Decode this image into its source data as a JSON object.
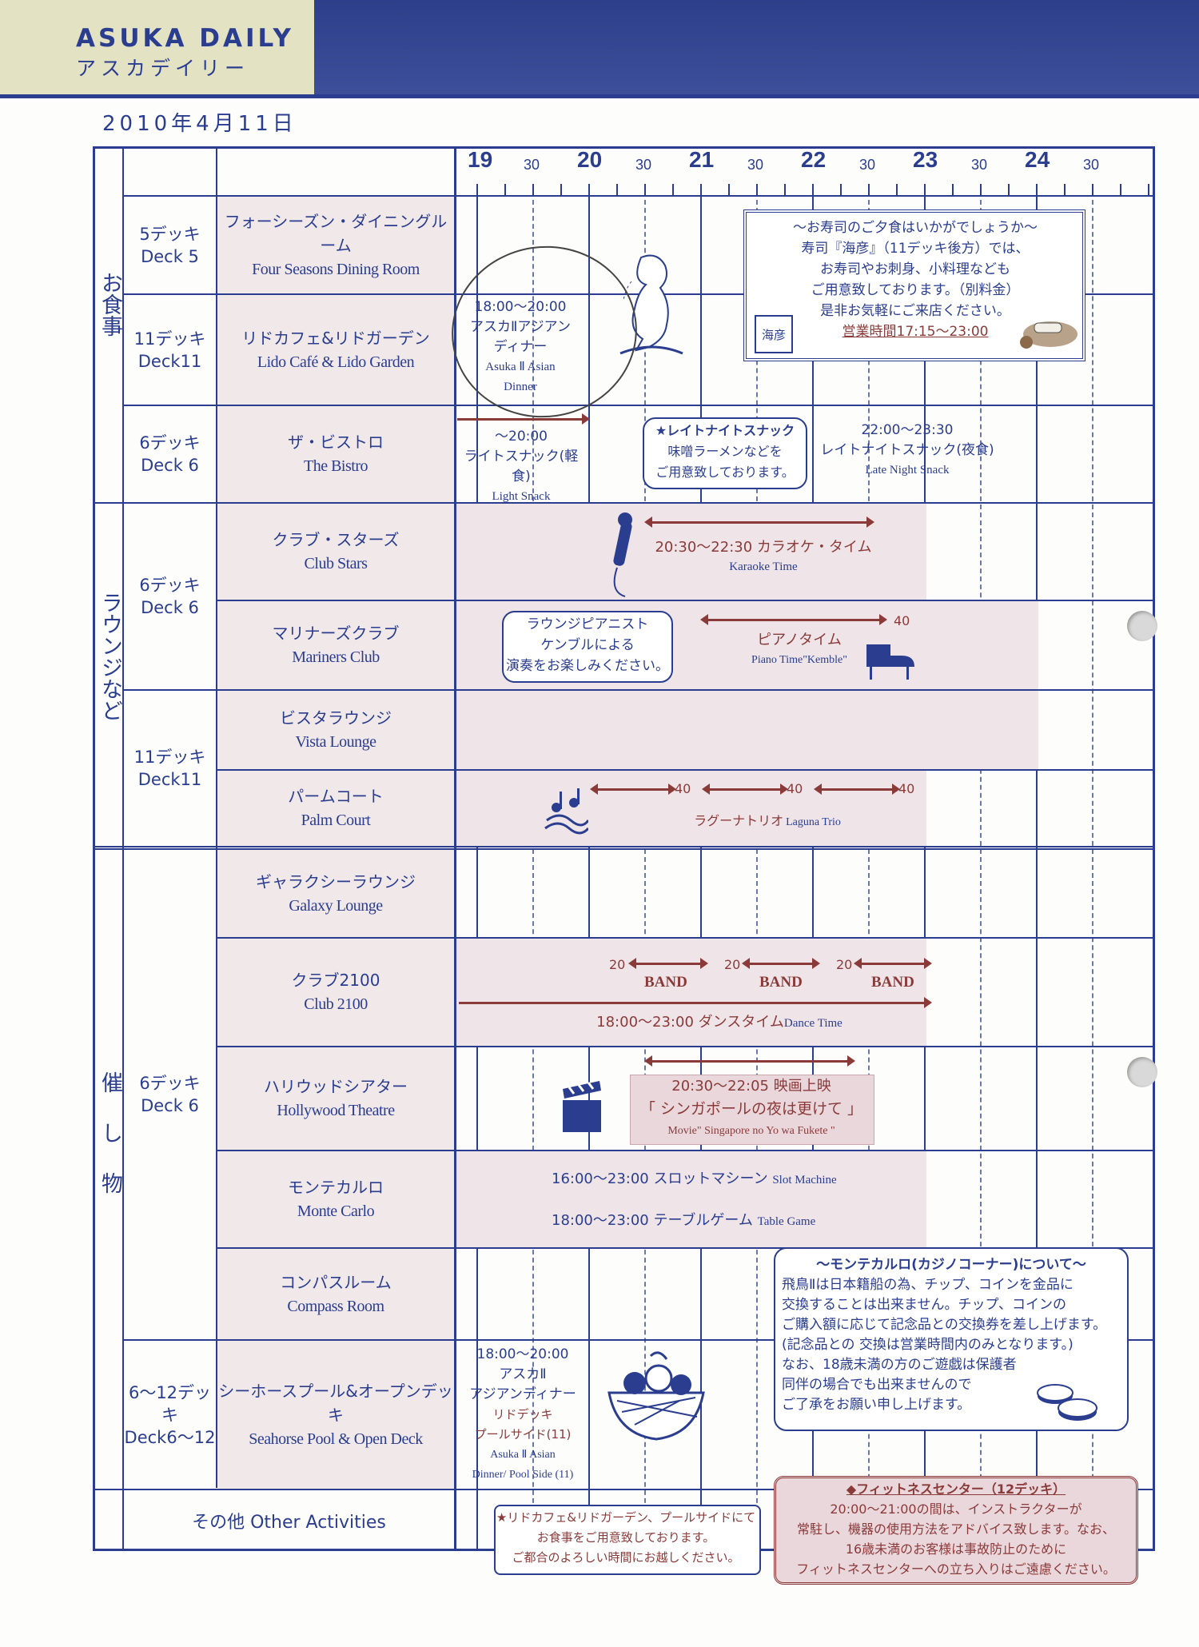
{
  "header": {
    "brand_en": "ASUKA DAILY",
    "brand_ja": "アスカデイリー",
    "date": "2010年4月11日"
  },
  "timeline": {
    "hours": [
      "19",
      "20",
      "21",
      "22",
      "23",
      "24"
    ],
    "half": "30"
  },
  "groups": {
    "dining": "お食事",
    "lounge": "ラウンジなど",
    "event": "催し物",
    "other": "その他  Other Activities"
  },
  "decks": {
    "d5": {
      "ja": "5デッキ",
      "en": "Deck 5"
    },
    "d11a": {
      "ja": "11デッキ",
      "en": "Deck11"
    },
    "d6a": {
      "ja": "6デッキ",
      "en": "Deck 6"
    },
    "d6b": {
      "ja": "6デッキ",
      "en": "Deck 6"
    },
    "d11b": {
      "ja": "11デッキ",
      "en": "Deck11"
    },
    "d6c": {
      "ja": "6デッキ",
      "en": "Deck 6"
    },
    "d612": {
      "ja": "6〜12デッキ",
      "en": "Deck6〜12"
    }
  },
  "venues": [
    {
      "ja": "フォーシーズン・ダイニングルーム",
      "en": "Four Seasons Dining Room"
    },
    {
      "ja": "リドカフェ&リドガーデン",
      "en": "Lido Café & Lido Garden"
    },
    {
      "ja": "ザ・ビストロ",
      "en": "The Bistro"
    },
    {
      "ja": "クラブ・スターズ",
      "en": "Club Stars"
    },
    {
      "ja": "マリナーズクラブ",
      "en": "Mariners Club"
    },
    {
      "ja": "ビスタラウンジ",
      "en": "Vista Lounge"
    },
    {
      "ja": "パームコート",
      "en": "Palm Court"
    },
    {
      "ja": "ギャラクシーラウンジ",
      "en": "Galaxy Lounge"
    },
    {
      "ja": "クラブ2100",
      "en": "Club 2100"
    },
    {
      "ja": "ハリウッドシアター",
      "en": "Hollywood Theatre"
    },
    {
      "ja": "モンテカルロ",
      "en": "Monte Carlo"
    },
    {
      "ja": "コンパスルーム",
      "en": "Compass Room"
    },
    {
      "ja": "シーホースプール&オープンデッキ",
      "en": "Seahorse Pool & Open Deck"
    }
  ],
  "events": {
    "sushi": {
      "l1": "〜お寿司のご夕食はいかがでしょうか〜",
      "l2": "寿司『海彦』（11デッキ後方）では、",
      "l3": "お寿司やお刺身、小料理なども",
      "l4": "ご用意致しております。（別料金）",
      "l5": "是非お気軽にご来店ください。",
      "l6": "営業時間17:15〜23:00",
      "logo": "海彦"
    },
    "lido": {
      "time": "18:00〜20:00",
      "ja1": "アスカⅡアジアン",
      "ja2": "ディナー",
      "en1": "Asuka Ⅱ Asian",
      "en2": "Dinner"
    },
    "bistro_light": {
      "time": "〜20:00",
      "ja": "ライトスナック(軽食)",
      "en": "Light Snack"
    },
    "bistro_note": {
      "l1": "★レイトナイトスナック",
      "l2": "味噌ラーメンなどを",
      "l3": "ご用意致しております。"
    },
    "bistro_late": {
      "time": "22:00〜23:30",
      "ja": "レイトナイトスナック(夜食)",
      "en": "Late Night Snack"
    },
    "karaoke": {
      "ja": "20:30〜22:30  カラオケ・タイム",
      "en": "Karaoke Time"
    },
    "piano_note": {
      "l1": "ラウンジピアニスト",
      "l2": "ケンブルによる",
      "l3": "演奏をお楽しみください。"
    },
    "piano": {
      "ja": "ピアノタイム",
      "en": "Piano Time\"Kemble\"",
      "mins": "40"
    },
    "trio": {
      "mins": "40",
      "ja": "ラグーナトリオ",
      "en": "Laguna Trio"
    },
    "band": {
      "mins": "20",
      "label": "BAND"
    },
    "dance": {
      "ja": "18:00〜23:00  ダンスタイム",
      "en": "Dance Time"
    },
    "movie": {
      "l1": "20:30〜22:05  映画上映",
      "l2": "「 シンガポールの夜は更けて 」",
      "l3": "Movie\" Singapore no Yo wa Fukete \""
    },
    "slot": {
      "ja": "16:00〜23:00  スロットマシーン",
      "en": "Slot Machine"
    },
    "table": {
      "ja": "18:00〜23:00  テーブルゲーム",
      "en": "Table Game"
    },
    "casino": {
      "t": "〜モンテカルロ(カジノコーナー)について〜",
      "l1": "飛鳥Ⅱは日本籍船の為、チップ、コインを金品に",
      "l2": "交換することは出来ません。チップ、コインの",
      "l3": "ご購入額に応じて記念品との交換券を差し上げます。",
      "l4": "(記念品との 交換は営業時間内のみとなります。)",
      "l5": "なお、18歳未満の方のご遊戯は保護者",
      "l6": "同伴の場合でも出来ませんので",
      "l7": "ご了承をお願い申し上げます。"
    },
    "pool": {
      "time": "18:00〜20:00",
      "ja1": "アスカⅡ",
      "ja2": "アジアンディナー",
      "ja3": "リドデッキ",
      "ja4": "プールサイド(11)",
      "en1": "Asuka Ⅱ Asian",
      "en2": "Dinner/ Pool Side (11)"
    },
    "other_note": {
      "l1": "★リドカフェ&リドガーデン、プールサイドにて",
      "l2": "お食事をご用意致しております。",
      "l3": "ご都合のよろしい時間にお越しください。"
    },
    "fitness": {
      "t": "◆フィットネスセンター（12デッキ）",
      "l1": "20:00〜21:00の間は、インストラクターが",
      "l2": "常駐し、機器の使用方法をアドバイス致します。なお、",
      "l3": "16歳未満のお客様は事故防止のために",
      "l4": "フィットネスセンターへの立ち入りはご遠慮ください。"
    }
  }
}
